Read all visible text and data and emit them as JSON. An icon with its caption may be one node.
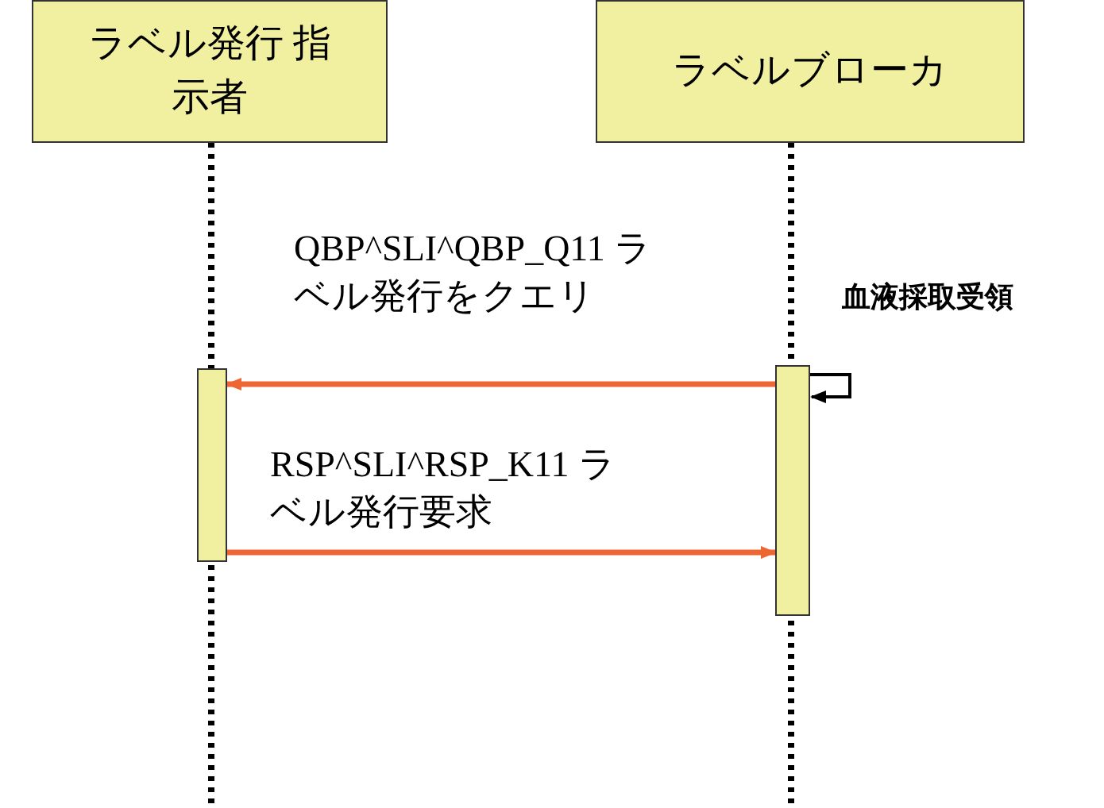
{
  "diagram": {
    "nodes": [
      {
        "text": [
          "ラベル発行 指示者"
        ]
      },
      {
        "text": [
          "ラベルブローカ"
        ]
      },
      {
        "text": [],
        "shape": "bar"
      },
      {
        "text": [],
        "shape": "bar"
      }
    ],
    "edges": [
      {
        "from": 3,
        "to": 3,
        "arrow": "to",
        "label": "血液採取受領",
        "color": "#000000"
      },
      {
        "from": 3,
        "to": 2,
        "arrow": "to",
        "label": "QBP^SLI^QBP_Q11 ラベル発行をクエリ"
      },
      {
        "from": 2,
        "to": 3,
        "arrow": "to",
        "label": "RSP^SLI^RSP_K11 ラベル発行要求"
      }
    ]
  }
}
